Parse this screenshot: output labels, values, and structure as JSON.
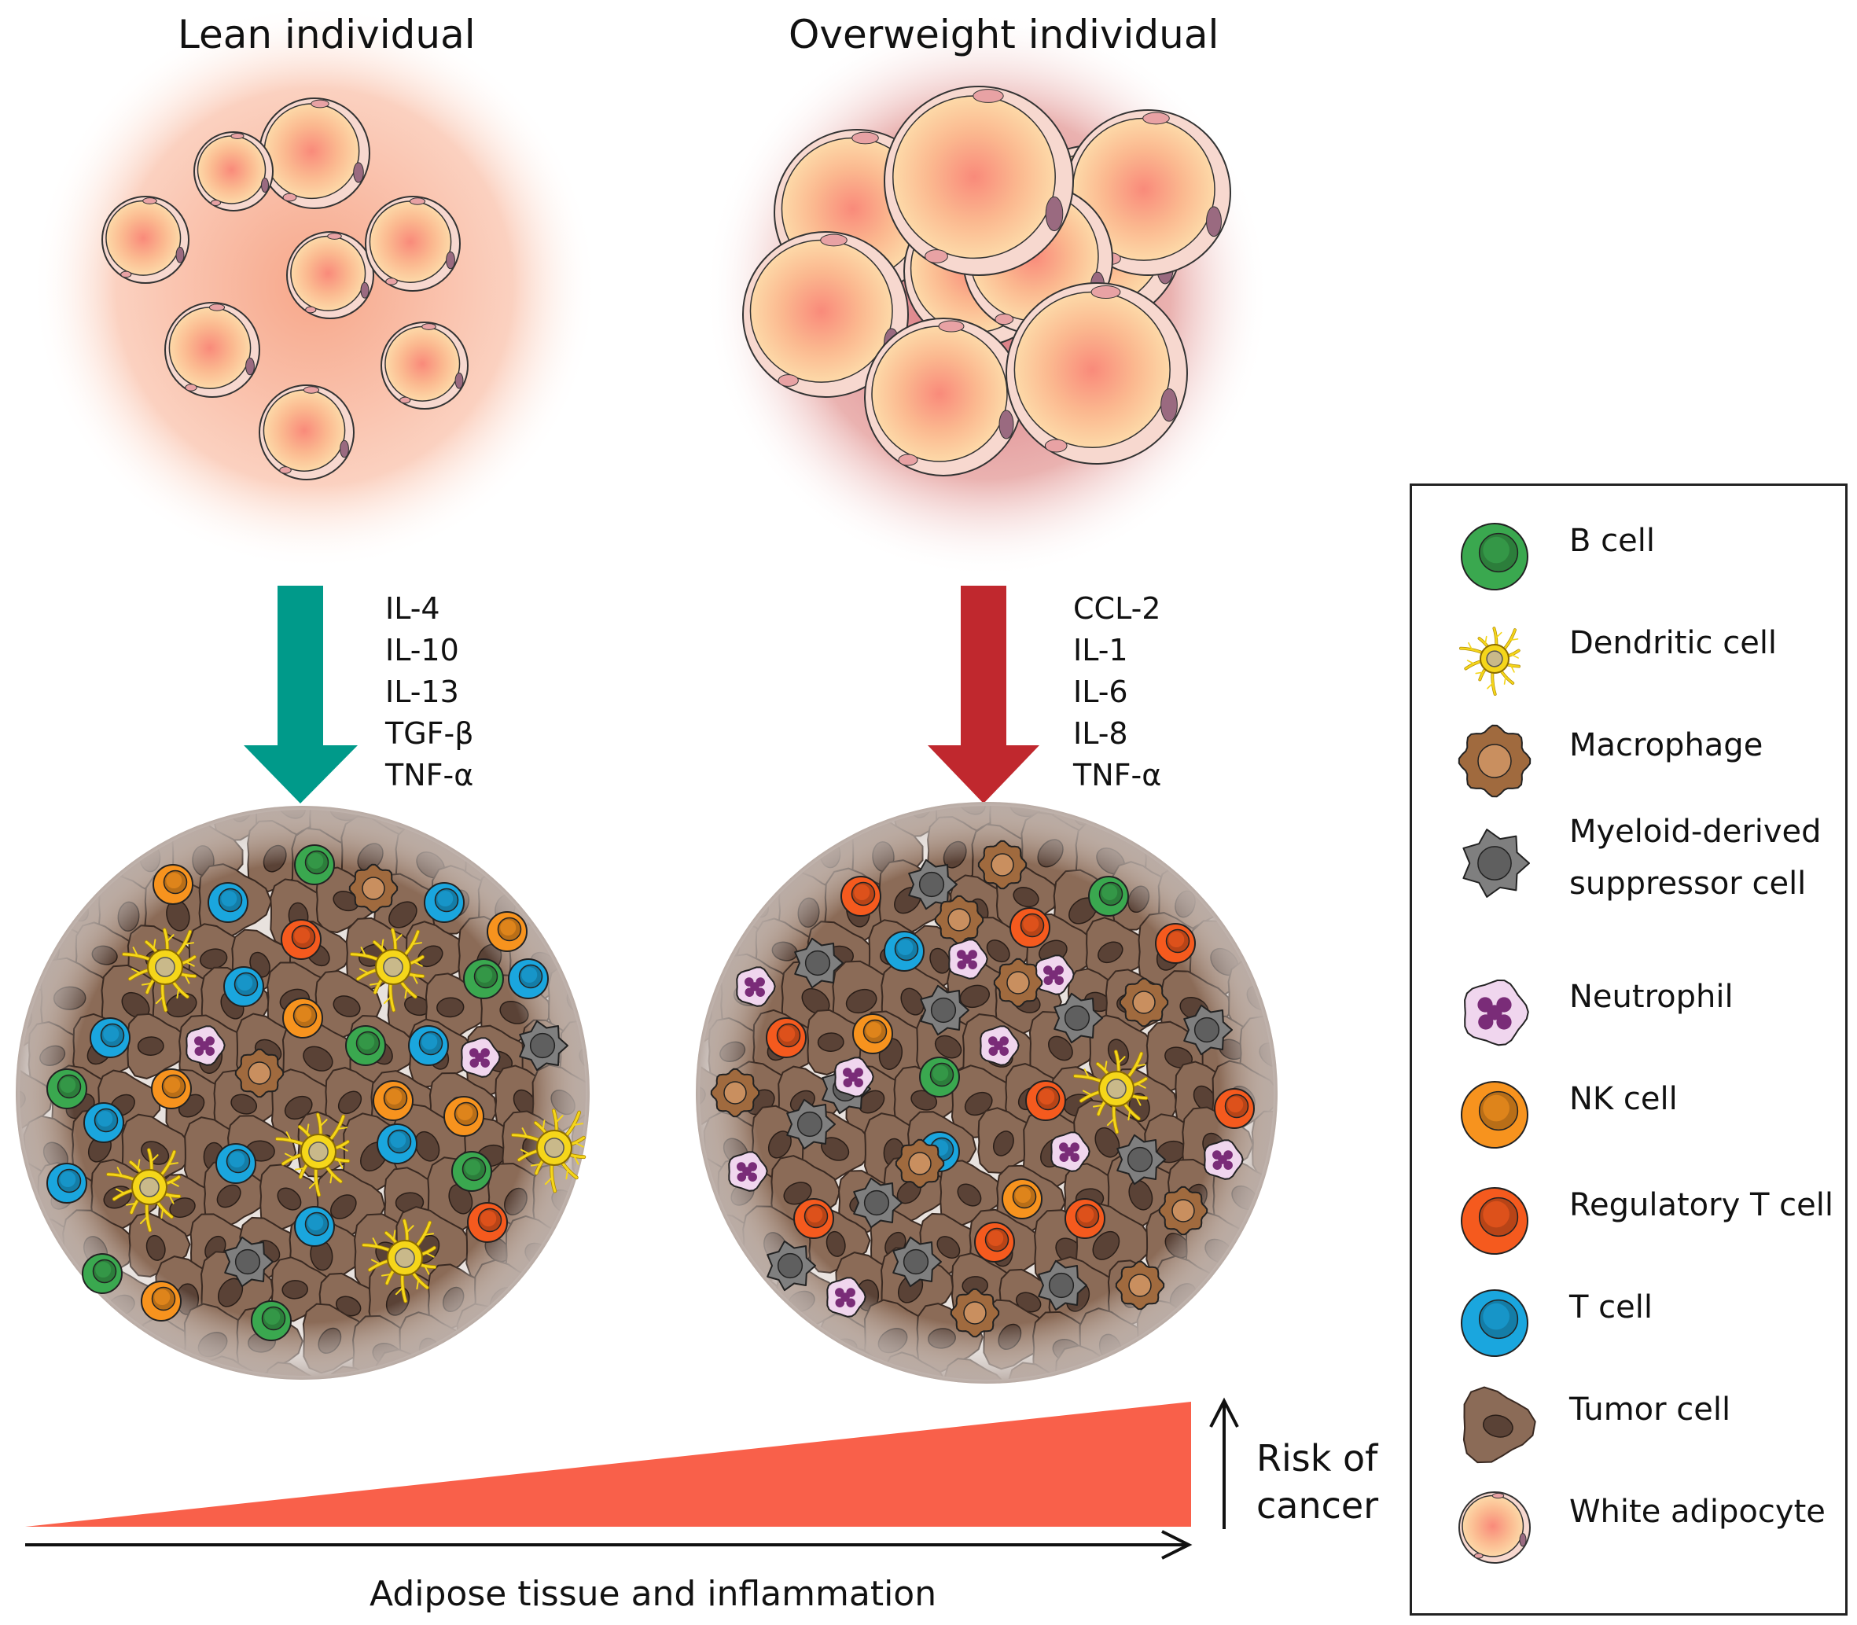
{
  "titles": {
    "lean": "Lean individual",
    "overweight": "Overweight individual"
  },
  "cytokines": {
    "lean": [
      "IL-4",
      "IL-10",
      "IL-13",
      "TGF-β",
      "TNF-α"
    ],
    "overweight": [
      "CCL-2",
      "IL-1",
      "IL-6",
      "IL-8",
      "TNF-α"
    ]
  },
  "arrows": {
    "lean_color": "#009a8a",
    "overweight_color": "#c0282e"
  },
  "legend": {
    "items": [
      {
        "label": "B cell",
        "icon": "b-cell-icon"
      },
      {
        "label": "Dendritic cell",
        "icon": "dendritic-cell-icon"
      },
      {
        "label": "Macrophage",
        "icon": "macrophage-icon"
      },
      {
        "label": "Myeloid-derived\nsuppressor cell",
        "icon": "mdsc-icon"
      },
      {
        "label": "Neutrophil",
        "icon": "neutrophil-icon"
      },
      {
        "label": "NK cell",
        "icon": "nk-cell-icon"
      },
      {
        "label": "Regulatory T cell",
        "icon": "regulatory-t-cell-icon"
      },
      {
        "label": "T cell",
        "icon": "t-cell-icon"
      },
      {
        "label": "Tumor cell",
        "icon": "tumor-cell-icon"
      },
      {
        "label": "White adipocyte",
        "icon": "white-adipocyte-icon"
      }
    ]
  },
  "bottom": {
    "axis_label": "Adipose tissue and inflammation",
    "risk_label_line1": "Risk of",
    "risk_label_line2": "cancer",
    "wedge_color": "#f9604a"
  },
  "colors": {
    "b_cell": "#3aa84f",
    "dendritic": "#f5d61a",
    "macrophage": "#a06a3e",
    "mdsc": "#7f7f7f",
    "neutrophil": "#f0d6ee",
    "nk_cell": "#f7931e",
    "treg": "#f55a1e",
    "t_cell": "#1aa6de",
    "tumor": "#8b6b57",
    "adipocyte": "#fbc59b"
  }
}
